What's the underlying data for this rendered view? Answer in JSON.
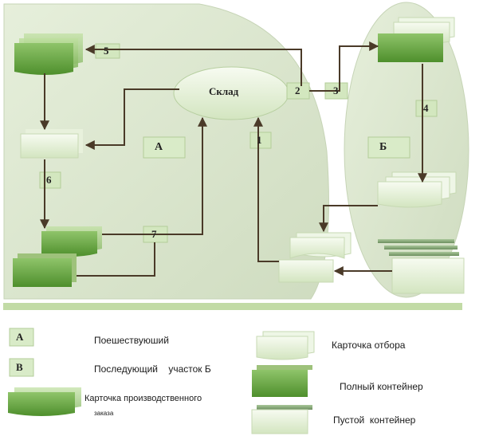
{
  "diagram": {
    "warehouse": "Склад",
    "zone_a": "А",
    "zone_b": "Б",
    "numbers": {
      "n1": "1",
      "n2": "2",
      "n3": "3",
      "n4": "4",
      "n5": "5",
      "n6": "6",
      "n7": "7"
    }
  },
  "legend": {
    "a_box": "А",
    "a_text": "Поешествуюший",
    "b_box": "В",
    "b_text": "Последующий    участок Б",
    "prod_card": "Карточка производственного",
    "prod_card2": "заказа",
    "pick_card": "Карточка отбора",
    "full_container": "Полный контейнер",
    "empty_container": "Пустой  контейнер"
  },
  "colors": {
    "zone_fill": "#dfe9d3",
    "light_green": "#eef5e4",
    "mid_green": "#a8cf84",
    "dark_green": "#5fa03a",
    "arrow": "#4a3a28"
  }
}
